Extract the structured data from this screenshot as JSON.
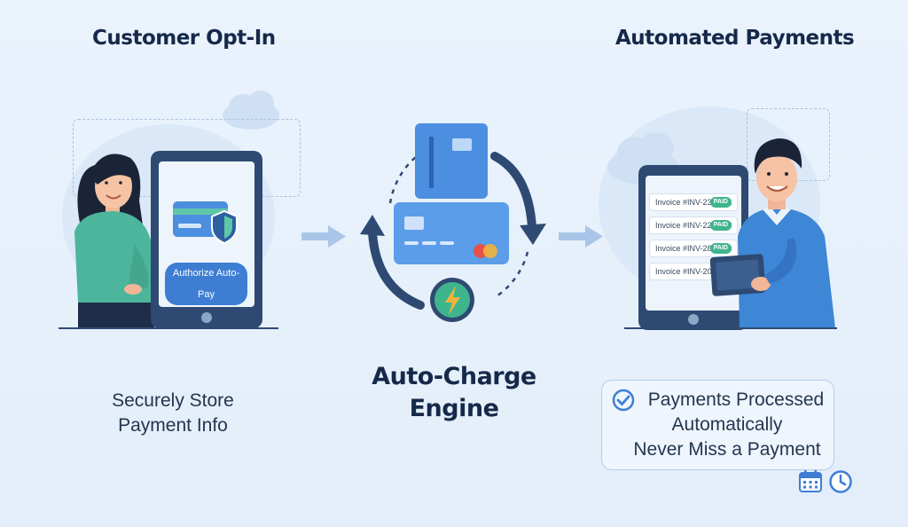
{
  "left": {
    "heading": "Customer Opt-In",
    "button_label": "Authorize Auto-Pay",
    "caption_lines": [
      "Securely Store",
      "Payment Info"
    ]
  },
  "center": {
    "title_lines": [
      "Auto-Charge",
      "Engine"
    ]
  },
  "right": {
    "heading": "Automated Payments",
    "invoices": [
      {
        "label": "Invoice #INV-234-901",
        "status": "PAID"
      },
      {
        "label": "Invoice #INV-224-983",
        "status": "PAID"
      },
      {
        "label": "Invoice #INV-284-983",
        "status": "PAID"
      },
      {
        "label": "Invoice #INV-204-989",
        "status": ""
      }
    ],
    "result_lines": [
      "Payments Processed",
      "Automatically",
      "Never Miss a Payment"
    ]
  },
  "colors": {
    "navy": "#2e4a73",
    "accent_blue": "#3d7ed3",
    "success_green": "#3fb58d",
    "bolt_yellow": "#f2b33d",
    "background": "#eaf3fc"
  },
  "icons": [
    "shield-icon",
    "credit-card-icon",
    "lightning-icon",
    "check-circle-icon",
    "calendar-icon",
    "clock-icon",
    "cloud-icon"
  ]
}
